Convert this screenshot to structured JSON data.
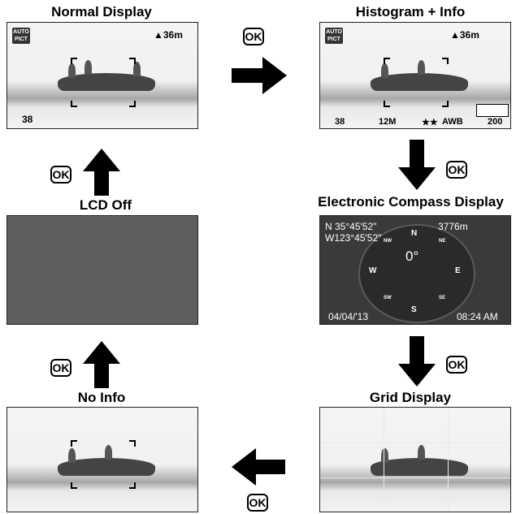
{
  "titles": {
    "normal": "Normal Display",
    "hist": "Histogram + Info",
    "compass": "Electronic Compass Display",
    "lcdoff": "LCD Off",
    "noinfo": "No Info",
    "grid": "Grid Display"
  },
  "ok_label": "OK",
  "overlay": {
    "auto": "AUTO",
    "pict": "PICT",
    "altitude": "▲36m",
    "shots": "38",
    "res": "12M",
    "quality": "★★",
    "wb": "AWB",
    "iso": "200"
  },
  "compass": {
    "lat": "N 35°45'52\"",
    "lon": "W123°45'52\"",
    "altitude": "3776m",
    "bearing": "0°",
    "date": "04/04/'13",
    "time": "08:24 AM",
    "n": "N",
    "s": "S",
    "w": "W",
    "e": "E",
    "ne": "NE",
    "nw": "NW",
    "se": "SE",
    "sw": "SW"
  }
}
